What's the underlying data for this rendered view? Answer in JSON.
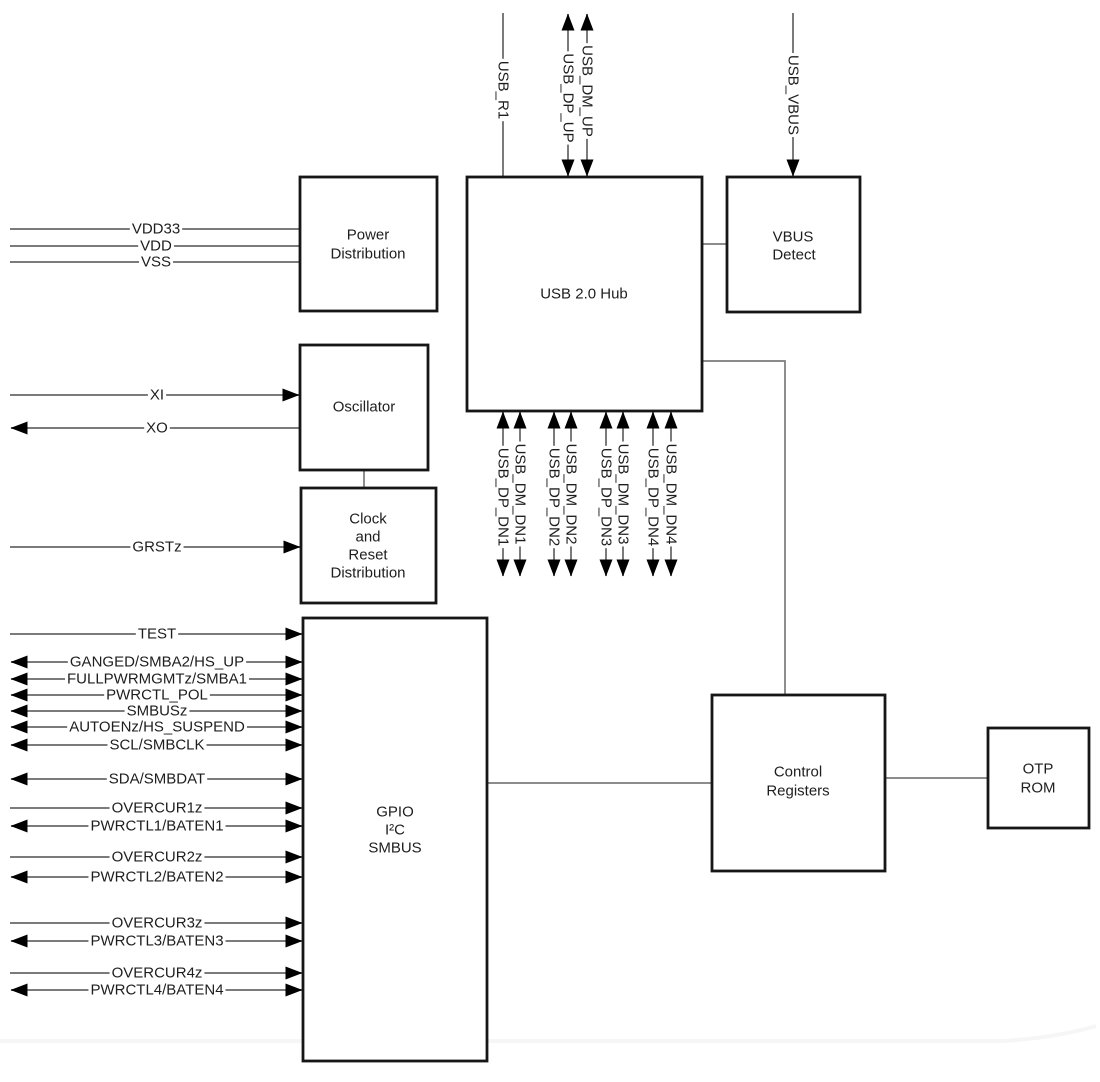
{
  "diagram": {
    "title_hint": "USB 2.0 hub controller block diagram",
    "colors": {
      "background": "#ffffff",
      "block_border": "#161616",
      "signal_line": "#7b7b7b",
      "arrowhead": "#000000",
      "text": "#1e1e1e"
    },
    "blocks": {
      "power_distribution": {
        "lines": [
          "Power",
          "Distribution"
        ]
      },
      "oscillator": {
        "lines": [
          "Oscillator"
        ]
      },
      "clock_reset": {
        "lines": [
          "Clock",
          "and",
          "Reset",
          "Distribution"
        ]
      },
      "usb_hub": {
        "lines": [
          "USB 2.0 Hub"
        ]
      },
      "vbus_detect": {
        "lines": [
          "VBUS",
          "Detect"
        ]
      },
      "gpio": {
        "lines": [
          "GPIO",
          "I²C",
          "SMBUS"
        ]
      },
      "control_registers": {
        "lines": [
          "Control",
          "Registers"
        ]
      },
      "otp_rom": {
        "lines": [
          "OTP",
          "ROM"
        ]
      }
    },
    "signals": {
      "usb_r1": {
        "label": "USB_R1",
        "direction": "none"
      },
      "usb_dp_up": {
        "label": "USB_DP_UP",
        "direction": "bidirectional"
      },
      "usb_dm_up": {
        "label": "USB_DM_UP",
        "direction": "bidirectional"
      },
      "usb_vbus": {
        "label": "USB_VBUS",
        "direction": "input"
      },
      "vdd33": {
        "label": "VDD33",
        "direction": "none"
      },
      "vdd": {
        "label": "VDD",
        "direction": "none"
      },
      "vss": {
        "label": "VSS",
        "direction": "none"
      },
      "xi": {
        "label": "XI",
        "direction": "input"
      },
      "xo": {
        "label": "XO",
        "direction": "output"
      },
      "grstz": {
        "label": "GRSTz",
        "direction": "input"
      },
      "test": {
        "label": "TEST",
        "direction": "input"
      },
      "ganged": {
        "label": "GANGED/SMBA2/HS_UP",
        "direction": "bidirectional"
      },
      "fullpwrmgmtz": {
        "label": "FULLPWRMGMTz/SMBA1",
        "direction": "bidirectional"
      },
      "pwrctl_pol": {
        "label": "PWRCTL_POL",
        "direction": "bidirectional"
      },
      "smbusz": {
        "label": "SMBUSz",
        "direction": "bidirectional"
      },
      "autoenz": {
        "label": "AUTOENz/HS_SUSPEND",
        "direction": "bidirectional"
      },
      "scl": {
        "label": "SCL/SMBCLK",
        "direction": "bidirectional"
      },
      "sda": {
        "label": "SDA/SMBDAT",
        "direction": "bidirectional"
      },
      "overcur1z": {
        "label": "OVERCUR1z",
        "direction": "input"
      },
      "pwrctl1": {
        "label": "PWRCTL1/BATEN1",
        "direction": "bidirectional"
      },
      "overcur2z": {
        "label": "OVERCUR2z",
        "direction": "input"
      },
      "pwrctl2": {
        "label": "PWRCTL2/BATEN2",
        "direction": "bidirectional"
      },
      "overcur3z": {
        "label": "OVERCUR3z",
        "direction": "input"
      },
      "pwrctl3": {
        "label": "PWRCTL3/BATEN3",
        "direction": "bidirectional"
      },
      "overcur4z": {
        "label": "OVERCUR4z",
        "direction": "input"
      },
      "pwrctl4": {
        "label": "PWRCTL4/BATEN4",
        "direction": "bidirectional"
      },
      "usb_dp_dn1": {
        "label": "USB_DP_DN1",
        "direction": "bidirectional"
      },
      "usb_dm_dn1": {
        "label": "USB_DM_DN1",
        "direction": "bidirectional"
      },
      "usb_dp_dn2": {
        "label": "USB_DP_DN2",
        "direction": "bidirectional"
      },
      "usb_dm_dn2": {
        "label": "USB_DM_DN2",
        "direction": "bidirectional"
      },
      "usb_dp_dn3": {
        "label": "USB_DP_DN3",
        "direction": "bidirectional"
      },
      "usb_dm_dn3": {
        "label": "USB_DM_DN3",
        "direction": "bidirectional"
      },
      "usb_dp_dn4": {
        "label": "USB_DP_DN4",
        "direction": "bidirectional"
      },
      "usb_dm_dn4": {
        "label": "USB_DM_DN4",
        "direction": "bidirectional"
      }
    }
  }
}
